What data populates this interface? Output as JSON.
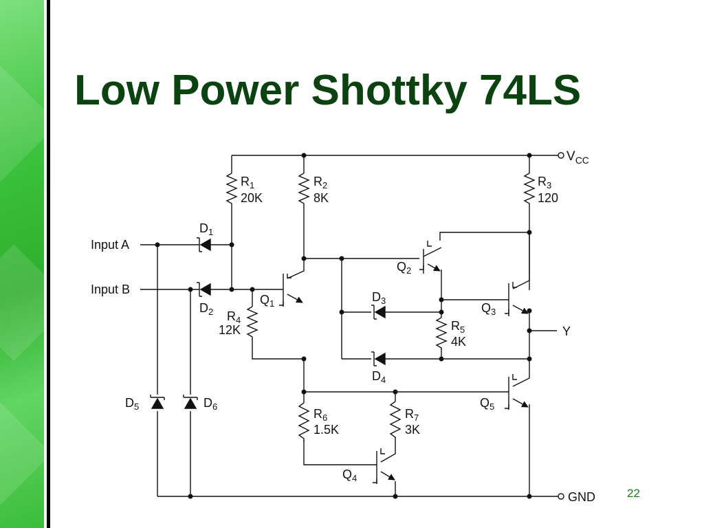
{
  "slide": {
    "title": "Low Power Shottky 74LS",
    "page_number": "22"
  },
  "accent_colors": {
    "title": "#0b4310",
    "side_band": "#3cc23c",
    "side_rule": "#000000",
    "page_number": "#1a7a1a"
  },
  "schematic": {
    "supply_label": "V",
    "supply_subscript": "CC",
    "ground_label": "GND",
    "output_label": "Y",
    "inputs": {
      "a": "Input A",
      "b": "Input B"
    },
    "resistors": {
      "r1": {
        "name": "R",
        "index": "1",
        "value": "20K"
      },
      "r2": {
        "name": "R",
        "index": "2",
        "value": "8K"
      },
      "r3": {
        "name": "R",
        "index": "3",
        "value": "120"
      },
      "r4": {
        "name": "R",
        "index": "4",
        "value": "12K"
      },
      "r5": {
        "name": "R",
        "index": "5",
        "value": "4K"
      },
      "r6": {
        "name": "R",
        "index": "6",
        "value": "1.5K"
      },
      "r7": {
        "name": "R",
        "index": "7",
        "value": "3K"
      }
    },
    "diodes": {
      "d1": {
        "name": "D",
        "index": "1"
      },
      "d2": {
        "name": "D",
        "index": "2"
      },
      "d3": {
        "name": "D",
        "index": "3"
      },
      "d4": {
        "name": "D",
        "index": "4"
      },
      "d5": {
        "name": "D",
        "index": "5"
      },
      "d6": {
        "name": "D",
        "index": "6"
      }
    },
    "transistors": {
      "q1": {
        "name": "Q",
        "index": "1"
      },
      "q2": {
        "name": "Q",
        "index": "2"
      },
      "q3": {
        "name": "Q",
        "index": "3"
      },
      "q4": {
        "name": "Q",
        "index": "4"
      },
      "q5": {
        "name": "Q",
        "index": "5"
      }
    }
  }
}
